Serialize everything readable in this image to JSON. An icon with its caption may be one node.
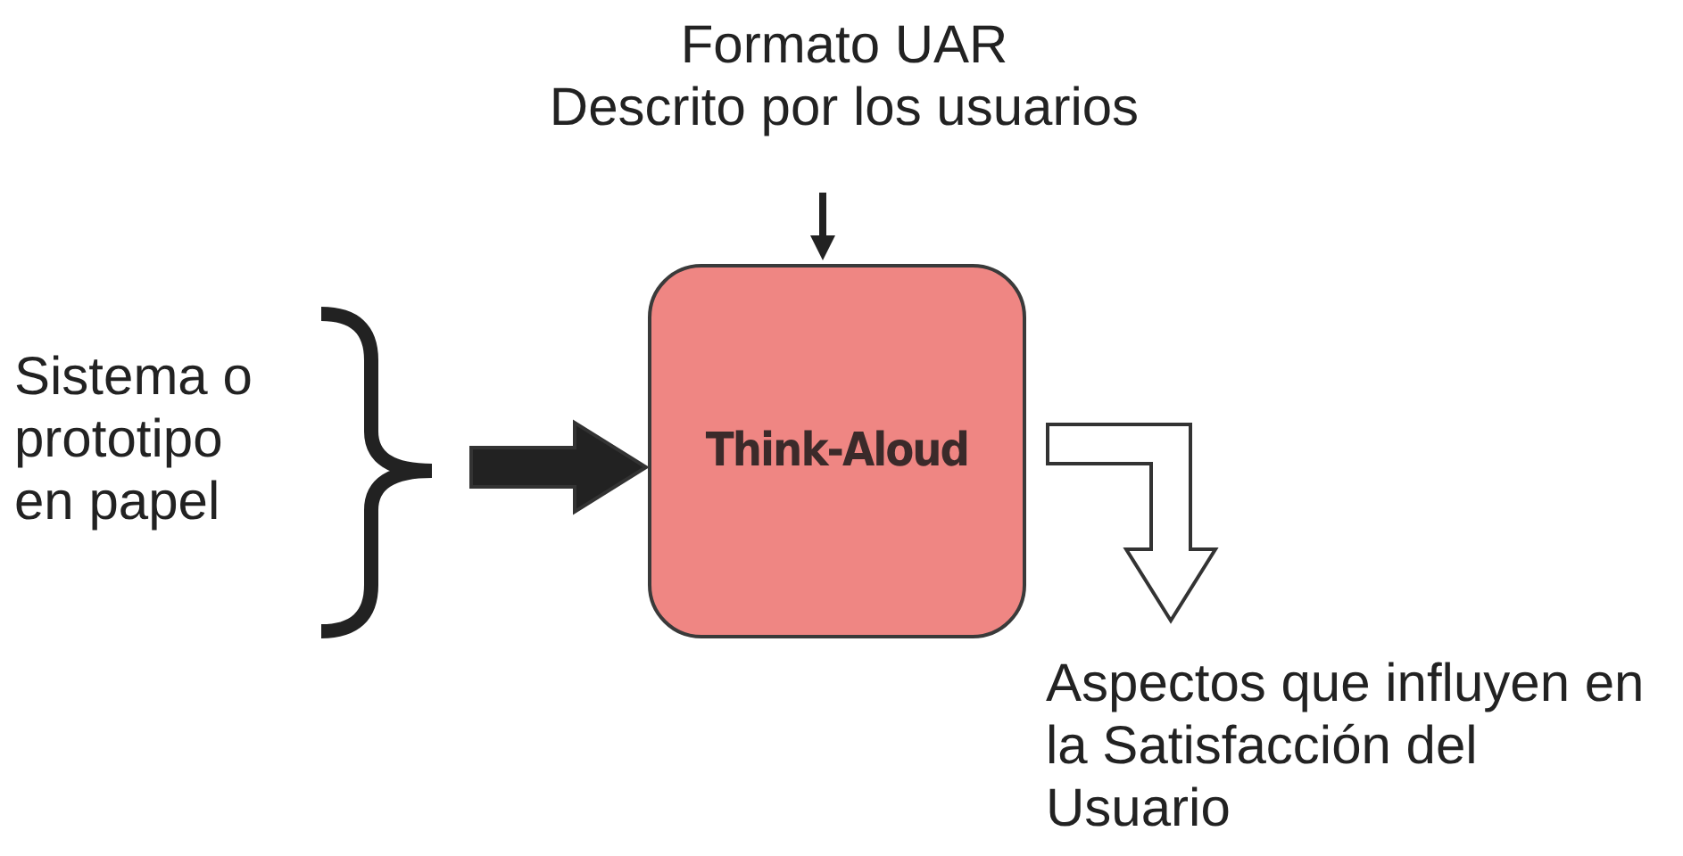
{
  "diagram": {
    "nodes": [
      {
        "text": [
          "Formato UAR",
          "Descrito por los usuarios"
        ]
      },
      {
        "text": [
          "Sistema o prototipo en papel"
        ]
      },
      {
        "text": [
          "Think-Aloud"
        ]
      },
      {
        "text": [
          "Aspectos que influyen en la Satisfacción del Usuario"
        ]
      }
    ],
    "edges": [
      {
        "from": 0,
        "to": 2,
        "arrow": "to"
      },
      {
        "from": 1,
        "to": 2,
        "arrow": "to",
        "style": "thick"
      },
      {
        "from": 2,
        "to": 3,
        "arrow": "to",
        "style": "thick",
        "color": "#ffffff"
      }
    ]
  }
}
